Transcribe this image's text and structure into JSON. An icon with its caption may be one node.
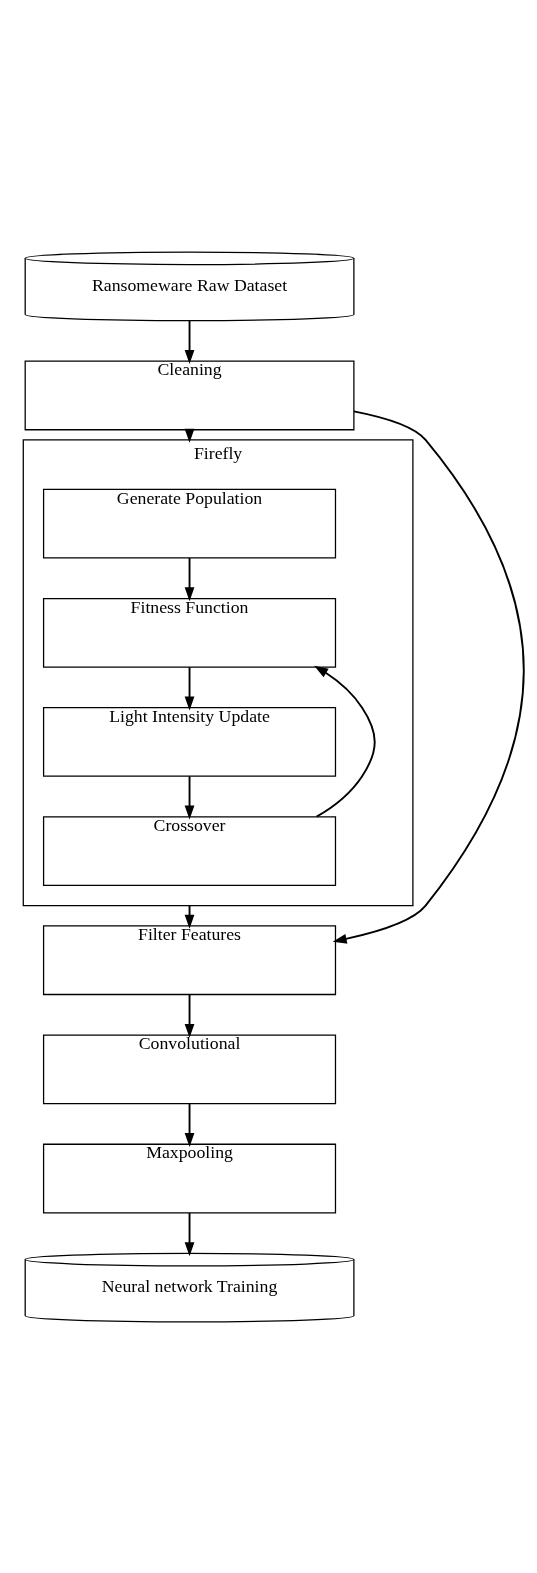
{
  "diagram": {
    "nodes": [
      {
        "text": [
          "Ransomeware Raw Dataset"
        ]
      },
      {
        "text": [
          "Cleaning"
        ]
      },
      {
        "text": [
          "Firefly"
        ]
      },
      {
        "text": [
          "Generate Population"
        ],
        "in": 2
      },
      {
        "text": [
          "Fitness Function"
        ],
        "in": 2
      },
      {
        "text": [
          "Light Intensity Update"
        ],
        "in": 2
      },
      {
        "text": [
          "Crossover"
        ],
        "in": 2
      },
      {
        "text": [
          "Filter Features"
        ]
      },
      {
        "text": [
          "Convolutional"
        ]
      },
      {
        "text": [
          "Maxpooling"
        ]
      },
      {
        "text": [
          "Neural network Training"
        ]
      }
    ],
    "edges": [
      {
        "from": 0,
        "to": 1,
        "arrow": "to"
      },
      {
        "from": 1,
        "to": 2,
        "arrow": "to"
      },
      {
        "from": 3,
        "to": 4,
        "arrow": "to"
      },
      {
        "from": 4,
        "to": 5,
        "arrow": "to"
      },
      {
        "from": 5,
        "to": 6,
        "arrow": "to"
      },
      {
        "from": 6,
        "to": 4,
        "arrow": "to"
      },
      {
        "from": 2,
        "to": 7,
        "arrow": "to"
      },
      {
        "from": 1,
        "to": 7,
        "arrow": "to"
      },
      {
        "from": 7,
        "to": 8,
        "arrow": "to"
      },
      {
        "from": 8,
        "to": 9,
        "arrow": "to"
      },
      {
        "from": 9,
        "to": 10,
        "arrow": "to"
      }
    ]
  }
}
